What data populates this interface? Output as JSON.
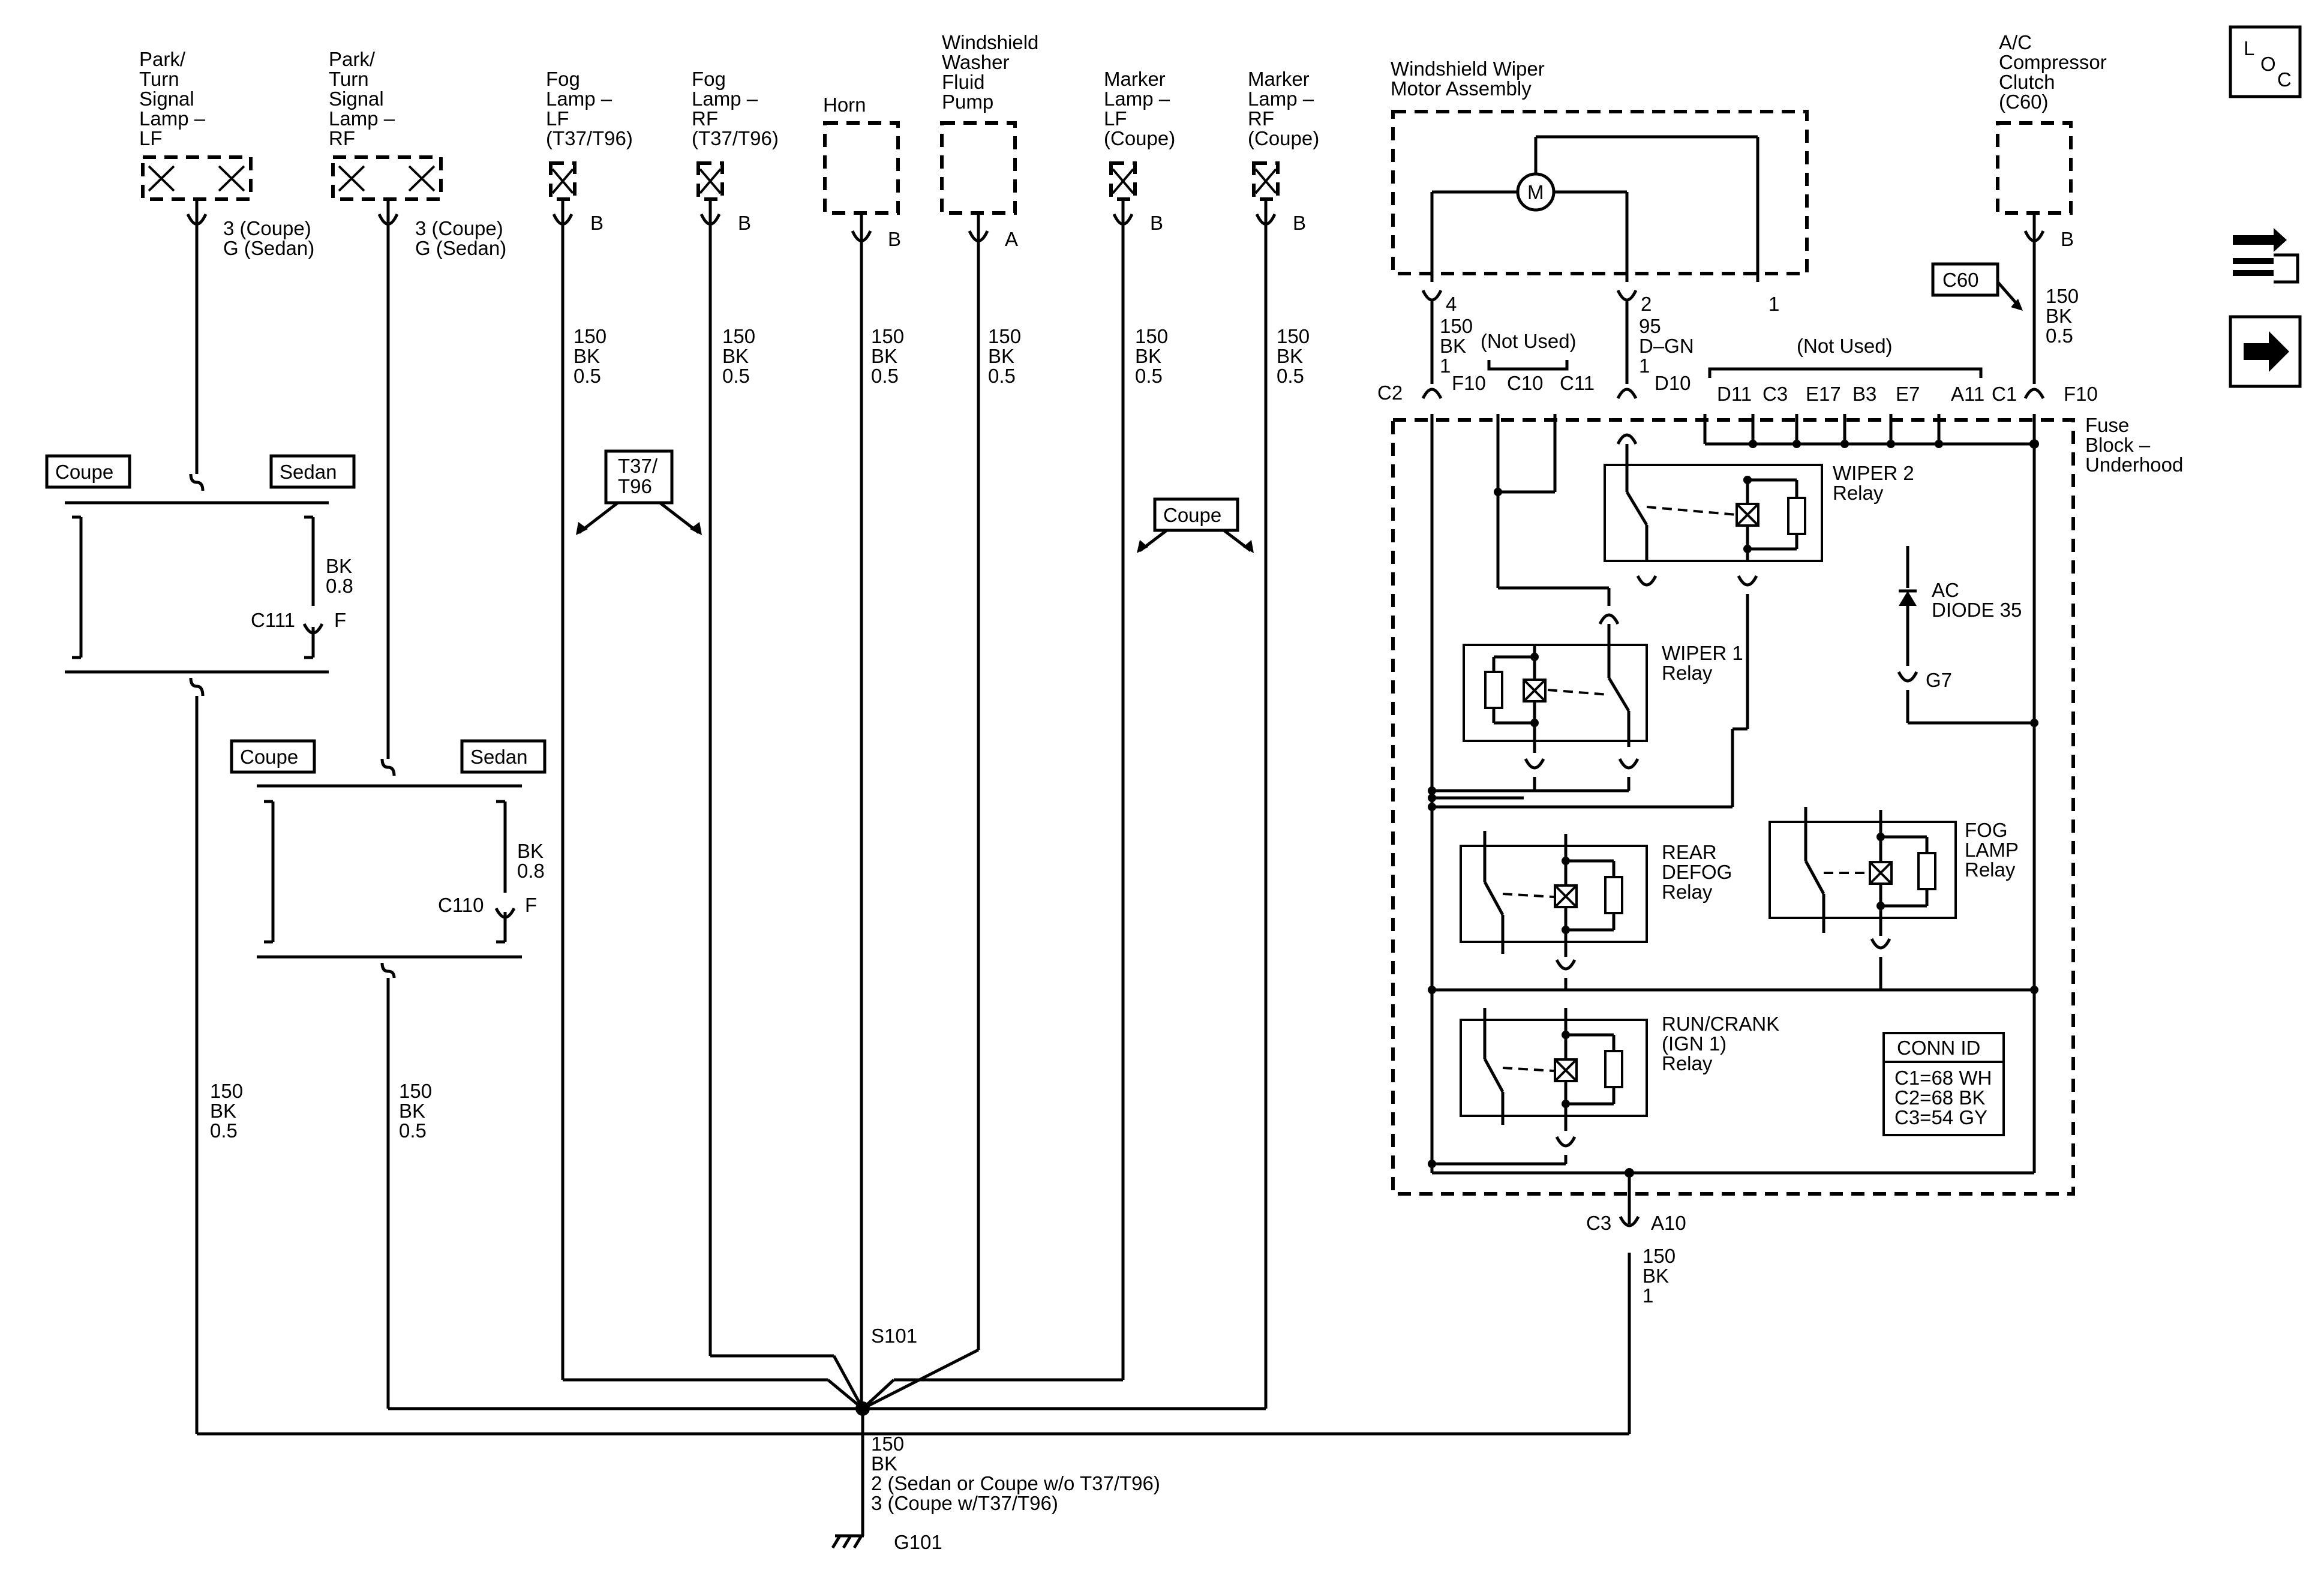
{
  "components": {
    "park_lf": [
      "Park/",
      "Turn",
      "Signal",
      "Lamp –",
      "LF"
    ],
    "park_rf": [
      "Park/",
      "Turn",
      "Signal",
      "Lamp –",
      "RF"
    ],
    "fog_lf": [
      "Fog",
      "Lamp –",
      "LF",
      "(T37/T96)"
    ],
    "fog_rf": [
      "Fog",
      "Lamp –",
      "RF",
      "(T37/T96)"
    ],
    "horn": [
      "Horn"
    ],
    "washer": [
      "Windshield",
      "Washer",
      "Fluid",
      "Pump"
    ],
    "marker_lf": [
      "Marker",
      "Lamp –",
      "LF",
      "(Coupe)"
    ],
    "marker_rf": [
      "Marker",
      "Lamp –",
      "RF",
      "(Coupe)"
    ],
    "wiper_motor": [
      "Windshield Wiper",
      "Motor Assembly"
    ],
    "ac_clutch": [
      "A/C",
      "Compressor",
      "Clutch",
      "(C60)"
    ],
    "fuse_block": [
      "Fuse",
      "Block –",
      "Underhood"
    ]
  },
  "pins": {
    "park_lf": [
      "3 (Coupe)",
      "G (Sedan)"
    ],
    "park_rf": [
      "3 (Coupe)",
      "G (Sedan)"
    ],
    "fog_lf": "B",
    "fog_rf": "B",
    "horn": "B",
    "washer": "A",
    "marker_lf": "B",
    "marker_rf": "B",
    "ac_clutch": "B",
    "motor_4": "4",
    "motor_2": "2",
    "motor_1": "1",
    "motor_m": "M"
  },
  "wires": {
    "std": [
      "150",
      "BK",
      "0.5"
    ],
    "motor_gnd": [
      "150",
      "BK",
      "1"
    ],
    "motor_dgn": [
      "95",
      "D–GN",
      "1"
    ],
    "fuse_out": [
      "150",
      "BK",
      "1"
    ],
    "jumper": [
      "BK",
      "0.8"
    ]
  },
  "options": {
    "coupe": "Coupe",
    "sedan": "Sedan",
    "t37": [
      "T37/",
      "T96"
    ]
  },
  "connectors": {
    "c111": "C111",
    "c111_pin": "F",
    "c110": "C110",
    "c110_pin": "F",
    "c2": "C2",
    "f10": "F10",
    "c10": "C10",
    "c11": "C11",
    "d10": "D10",
    "not_used": "(Not Used)",
    "d11": "D11",
    "c3": "C3",
    "e17": "E17",
    "b3": "B3",
    "e7": "E7",
    "a11": "A11",
    "c1": "C1",
    "f10_r": "F10",
    "c60": "C60",
    "c3_bottom": "C3",
    "a10": "A10"
  },
  "relays": {
    "wiper2": [
      "WIPER 2",
      "Relay"
    ],
    "wiper1": [
      "WIPER 1",
      "Relay"
    ],
    "rear_defog": [
      "REAR",
      "DEFOG",
      "Relay"
    ],
    "fog_lamp": [
      "FOG",
      "LAMP",
      "Relay"
    ],
    "run_crank": [
      "RUN/CRANK",
      "(IGN 1)",
      "Relay"
    ],
    "ac_diode": [
      "AC",
      "DIODE 35"
    ],
    "g7": "G7"
  },
  "conn_id": {
    "title": "CONN ID",
    "lines": [
      "C1=68 WH",
      "C2=68 BK",
      "C3=54 GY"
    ]
  },
  "splice": "S101",
  "ground": {
    "wire": [
      "150",
      "BK",
      "2 (Sedan or Coupe w/o T37/T96)",
      "3 (Coupe w/T37/T96)"
    ],
    "label": "G101"
  },
  "side_icons": {
    "loc": [
      "L",
      "O",
      "C"
    ]
  }
}
